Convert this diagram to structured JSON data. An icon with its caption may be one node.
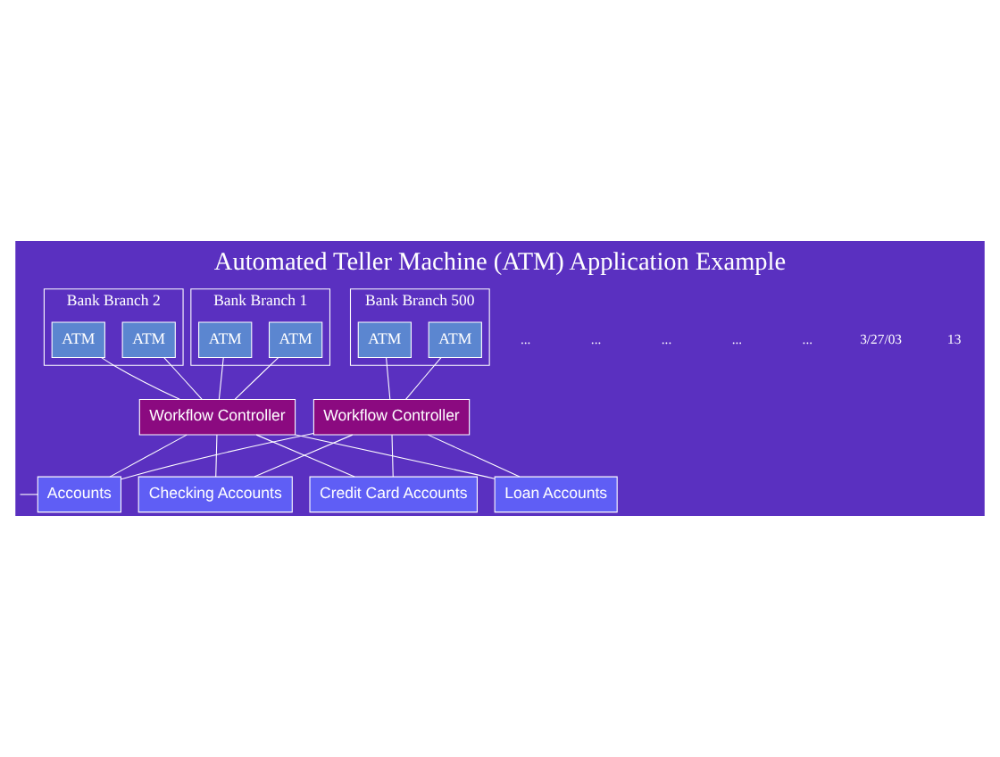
{
  "diagram": {
    "title": "Automated Teller Machine (ATM) Application Example",
    "nodes": [
      {
        "text": [
          "Bank Branch 1"
        ]
      },
      {
        "text": [
          "ATM"
        ],
        "in": 0
      },
      {
        "text": [
          "ATM"
        ],
        "in": 0
      },
      {
        "text": [
          "Bank Branch 2"
        ]
      },
      {
        "text": [
          "ATM"
        ],
        "in": 3
      },
      {
        "text": [
          "ATM"
        ],
        "in": 3
      },
      {
        "text": [
          "Bank Branch 500"
        ]
      },
      {
        "text": [
          "ATM"
        ],
        "in": 6
      },
      {
        "text": [
          "ATM"
        ],
        "in": 6
      },
      {
        "text": [
          "Workflow Controller"
        ]
      },
      {
        "text": [
          "Workflow Controller"
        ]
      },
      {
        "text": [
          "Accounts"
        ]
      },
      {
        "text": [
          "Checking Accounts"
        ]
      },
      {
        "text": [
          "Credit Card Accounts"
        ]
      },
      {
        "text": [
          "Loan Accounts"
        ]
      }
    ],
    "edges": [
      {
        "from": 1,
        "to": 9,
        "arrow": "none"
      },
      {
        "from": 2,
        "to": 9,
        "arrow": "none"
      },
      {
        "from": 4,
        "to": 9,
        "arrow": "none"
      },
      {
        "from": 5,
        "to": 9,
        "arrow": "none"
      },
      {
        "from": 7,
        "to": 10,
        "arrow": "none"
      },
      {
        "from": 8,
        "to": 10,
        "arrow": "none"
      },
      {
        "from": 9,
        "to": 11,
        "arrow": "none"
      },
      {
        "from": 9,
        "to": 12,
        "arrow": "none"
      },
      {
        "from": 9,
        "to": 13,
        "arrow": "none"
      },
      {
        "from": 9,
        "to": 14,
        "arrow": "none"
      },
      {
        "from": 10,
        "to": 11,
        "arrow": "none"
      },
      {
        "from": 10,
        "to": 12,
        "arrow": "none"
      },
      {
        "from": 10,
        "to": 13,
        "arrow": "none"
      },
      {
        "from": 10,
        "to": 14,
        "arrow": "none"
      },
      {
        "from": null,
        "to": 11,
        "arrow": "none"
      }
    ],
    "labels": [
      "...",
      "...",
      "...",
      "...",
      "...",
      "3/27/03",
      "13"
    ]
  }
}
